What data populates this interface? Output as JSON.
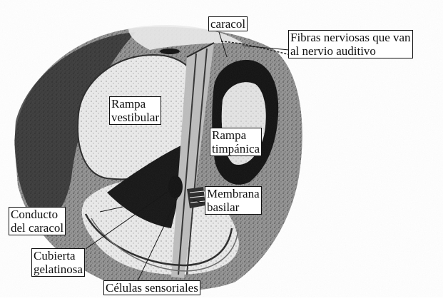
{
  "labels": {
    "caracol": "caracol",
    "fibras": "Fibras nerviosas que van\nal nervio auditivo",
    "rampa_vestibular": "Rampa\nvestibular",
    "rampa_timpanica": "Rampa\ntimpánica",
    "membrana_basilar": "Membrana\nbasilar",
    "conducto_del_caracol": "Conducto\ndel caracol",
    "cubierta_gelatinosa": "Cubierta\ngelatinosa",
    "celulas_sensoriales": "Células sensoriales"
  }
}
